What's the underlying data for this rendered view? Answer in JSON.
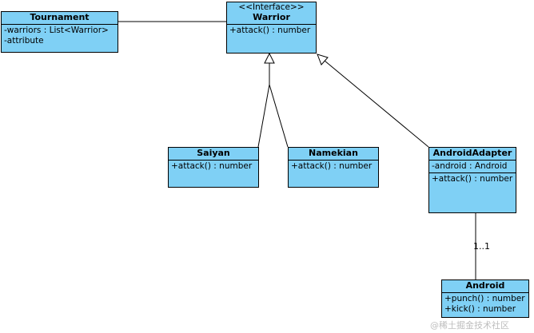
{
  "classes": {
    "tournament": {
      "name": "Tournament",
      "attributes": [
        "-warriors : List<Warrior>",
        "-attribute"
      ]
    },
    "warrior": {
      "stereotype": "<<Interface>>",
      "name": "Warrior",
      "operations": [
        "+attack() : number"
      ]
    },
    "saiyan": {
      "name": "Saiyan",
      "operations": [
        "+attack() : number"
      ]
    },
    "namekian": {
      "name": "Namekian",
      "operations": [
        "+attack() : number"
      ]
    },
    "android_adapter": {
      "name": "AndroidAdapter",
      "attributes": [
        "-android : Android"
      ],
      "operations": [
        "+attack() : number"
      ]
    },
    "android": {
      "name": "Android",
      "operations": [
        "+punch() : number",
        "+kick() : number"
      ]
    }
  },
  "association": {
    "multiplicity": "1..1"
  },
  "watermark": "@稀土掘金技术社区"
}
